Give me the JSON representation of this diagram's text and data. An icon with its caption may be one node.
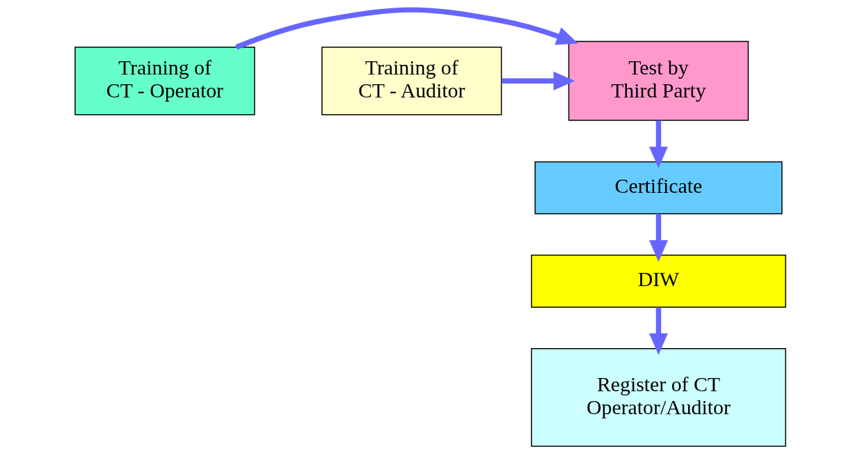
{
  "diagram": {
    "nodes": [
      {
        "text": [
          "Training of CT - Operator"
        ]
      },
      {
        "text": [
          "Test by Third Party"
        ]
      },
      {
        "text": [
          "Training of CT - Auditor"
        ]
      },
      {
        "text": [
          "Certificate"
        ]
      },
      {
        "text": [
          "DIW"
        ]
      },
      {
        "text": [
          "Register of CT Operator/Auditor"
        ]
      }
    ],
    "edges": [
      {
        "from": 0,
        "to": 1,
        "arrow": "to"
      },
      {
        "from": 2,
        "to": 1,
        "arrow": "to"
      },
      {
        "from": 1,
        "to": 3,
        "arrow": "to"
      },
      {
        "from": 3,
        "to": 4,
        "arrow": "to"
      },
      {
        "from": 4,
        "to": 5,
        "arrow": "to"
      }
    ]
  }
}
